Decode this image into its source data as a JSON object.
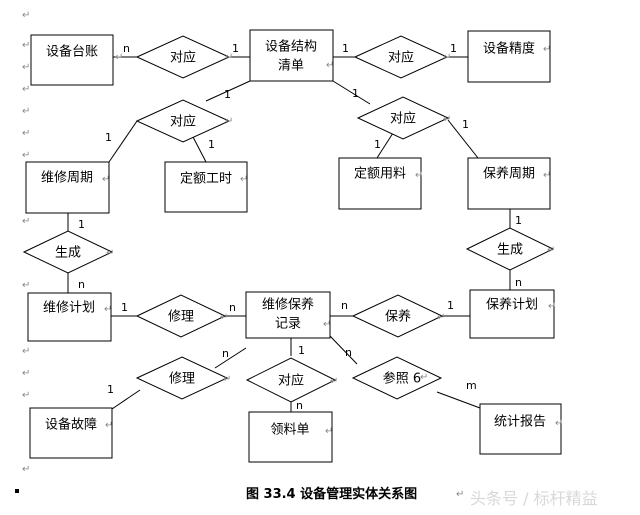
{
  "diagram": {
    "entities": {
      "equipment_ledger": "设备台账",
      "equipment_structure": [
        "设备结构",
        "清单"
      ],
      "equipment_precision": "设备精度",
      "repair_cycle": "维修周期",
      "quota_hours": "定额工时",
      "quota_materials": "定额用料",
      "maintenance_cycle": "保养周期",
      "repair_plan": "维修计划",
      "repair_maintenance_record": [
        "维修保养",
        "记录"
      ],
      "maintenance_plan": "保养计划",
      "equipment_fault": "设备故障",
      "requisition_slip": "领料单",
      "statistics_report": "统计报告"
    },
    "relationships": {
      "ledger_structure": "对应",
      "structure_precision": "对应",
      "structure_cycle_hours": "对应",
      "structure_materials_maint": "对应",
      "generate_repair": "生成",
      "generate_maint": "生成",
      "repair_plan_record": "修理",
      "maintenance_record_plan": "保养",
      "fault_record": "修理",
      "record_requisition": "对应",
      "record_report": "参照 6"
    },
    "cardinalities": {
      "ledger_rel": "n",
      "rel_structure_left": "1",
      "structure_rel_right": "1",
      "rel_precision": "1",
      "structure_to_rel3": "1",
      "rel3_to_cycle": "1",
      "rel3_to_hours": "1",
      "structure_to_rel4": "1",
      "rel4_to_materials": "1",
      "rel4_to_maint": "1",
      "cycle_to_gen": "1",
      "gen_to_repair_plan": "n",
      "maint_to_gen": "1",
      "gen_to_maint_plan": "n",
      "repair_plan_to_rel": "1",
      "rel_to_record_left": "n",
      "record_to_rel_right": "n",
      "rel_to_maint_plan": "1",
      "fault_to_rel": "1",
      "rel_to_record_bl": "n",
      "record_to_req_rel": "1",
      "req_rel_to_slip": "n",
      "record_to_report_rel": "n",
      "report_rel_to_report": "m"
    },
    "caption": "图 33.4  设备管理实体关系图"
  },
  "watermark": "头条号 / 标杆精益",
  "colors": {
    "line": "#000000",
    "paragraph_mark": "#888888",
    "watermark": "#d0d0d0"
  }
}
